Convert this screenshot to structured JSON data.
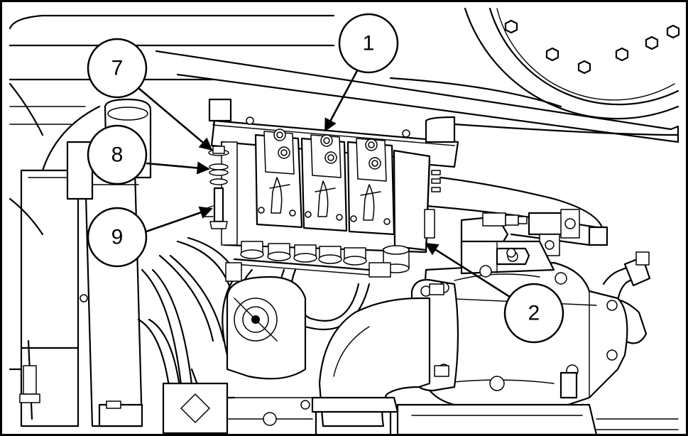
{
  "callouts": {
    "c1": "1",
    "c2": "2",
    "c7": "7",
    "c8": "8",
    "c9": "9"
  }
}
